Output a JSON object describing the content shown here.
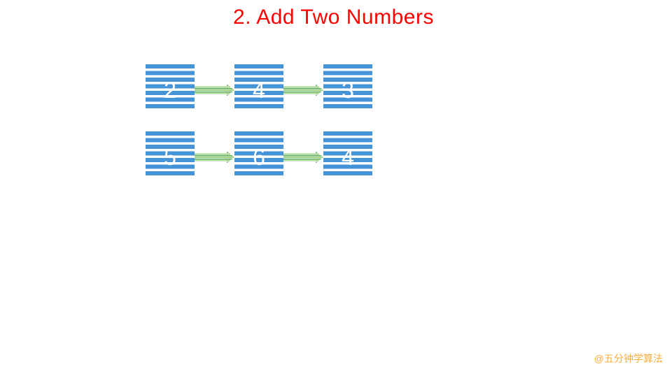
{
  "title": {
    "text": "2. Add Two Numbers"
  },
  "lists": [
    {
      "id": "l1",
      "nodes": [
        "2",
        "4",
        "3"
      ]
    },
    {
      "id": "l2",
      "nodes": [
        "5",
        "6",
        "4"
      ]
    }
  ],
  "watermark": {
    "text": "@五分钟学算法"
  },
  "colors": {
    "background": "#ffffff",
    "title-color": "#ff0000",
    "node-stripe": "#4594d7",
    "arrow-light": "#7cc35b",
    "arrow-dark": "#3f9c3f",
    "watermark-color": "#fbad3b"
  }
}
